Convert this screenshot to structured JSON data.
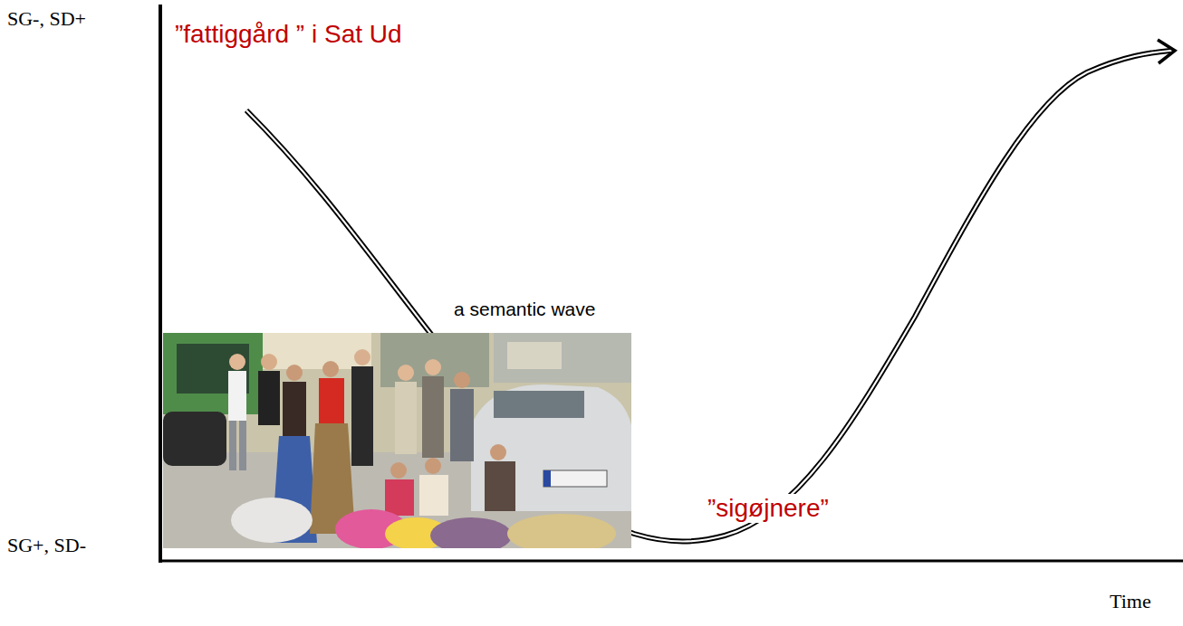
{
  "diagram": {
    "labels": [
      "SG-, SD+",
      "”fattiggård ” i Sat Ud",
      "a semantic wave",
      "SG+, SD-",
      "”sigøjnere”",
      "Time"
    ]
  }
}
